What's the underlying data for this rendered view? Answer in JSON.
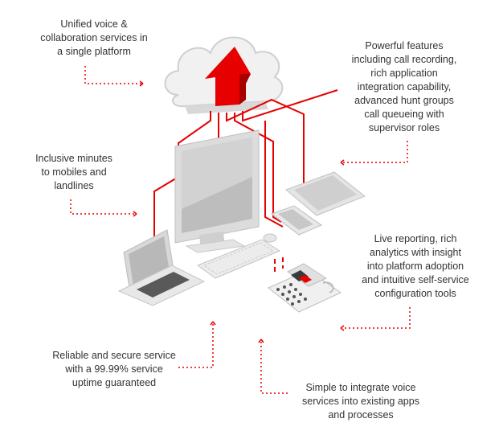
{
  "colors": {
    "accent": "#e60000",
    "text": "#333333",
    "device_light": "#e9e9e9",
    "device_mid": "#cfcfcf",
    "device_dark": "#5a5a5a"
  },
  "captions": {
    "voice_collab": [
      "Unified voice &",
      "collaboration services in",
      "a single platform"
    ],
    "features": [
      "Powerful features",
      "including call recording,",
      "rich application",
      "integration capability,",
      "advanced hunt groups",
      "call queueing with",
      "supervisor roles"
    ],
    "minutes": [
      "Inclusive minutes",
      "to mobiles and",
      "landlines"
    ],
    "reporting": [
      "Live reporting, rich",
      "analytics with insight",
      "into platform adoption",
      "and intuitive self-service",
      "configuration tools"
    ],
    "reliable": [
      "Reliable and secure service",
      "with a 99.99% service",
      "uptime guaranteed"
    ],
    "integrate": [
      "Simple to integrate voice",
      "services into existing apps",
      "and processes"
    ]
  },
  "icons": [
    "cloud-icon",
    "upload-arrow-icon",
    "monitor-icon",
    "keyboard-icon",
    "mouse-icon",
    "laptop-icon",
    "tablet-icon",
    "smartphone-icon",
    "desk-phone-icon"
  ]
}
